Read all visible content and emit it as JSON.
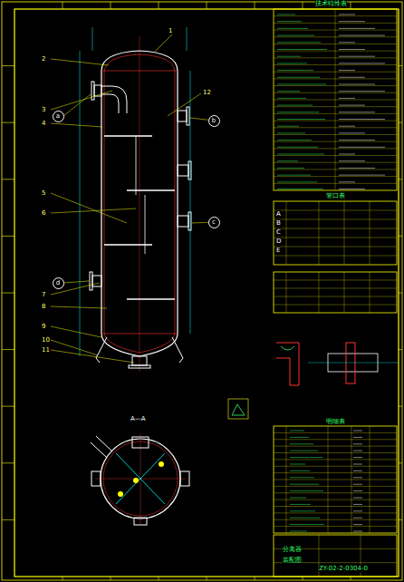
{
  "diagram": {
    "nodes": [
      {
        "text": [
          "a"
        ]
      },
      {
        "text": [
          "b"
        ]
      },
      {
        "text": [
          "c"
        ]
      },
      {
        "text": [
          "d"
        ]
      }
    ],
    "labels": [
      "1",
      "2",
      "3",
      "4",
      "5",
      "6",
      "7",
      "8",
      "9",
      "10",
      "11",
      "12",
      "A—A",
      "A",
      "B",
      "C",
      "D",
      "E",
      "技术特性表",
      "管口表",
      "明细表",
      "分离器",
      "装配图",
      "ZY-02-2-0304-0"
    ]
  }
}
